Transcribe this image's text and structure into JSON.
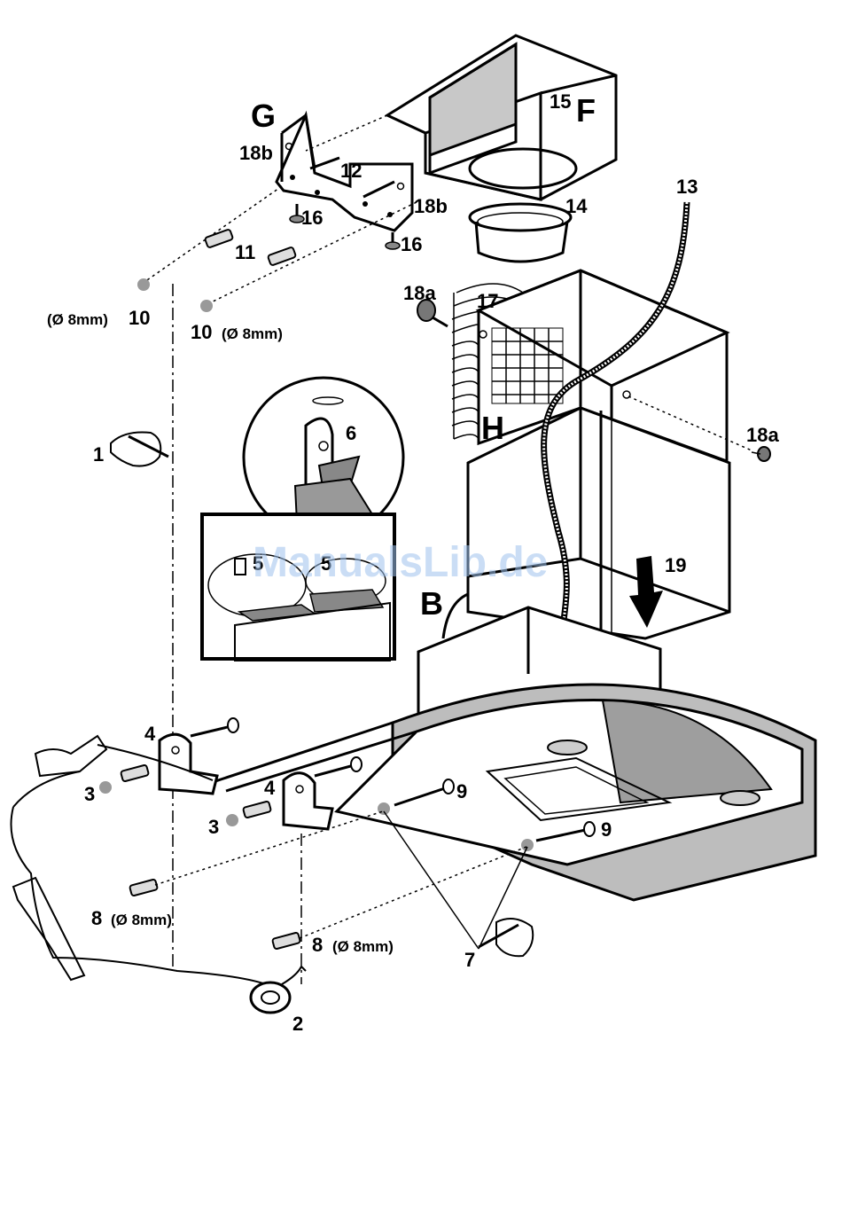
{
  "labels": {
    "G": "G",
    "F": "F",
    "f15": "15",
    "b18_top": "18b",
    "b18_right": "18b",
    "n12": "12",
    "n16_a": "16",
    "n16_b": "16",
    "n14": "14",
    "n13": "13",
    "n11": "11",
    "n10_left_dia": "(Ø 8mm)",
    "n10_left": "10",
    "n10_mid": "10",
    "n10_mid_dia": "(Ø 8mm)",
    "a18_left": "18a",
    "n17": "17",
    "H": "H",
    "a18_right": "18a",
    "n1": "1",
    "n6": "6",
    "n5_a": "5",
    "n5_b": "5",
    "n19": "19",
    "B": "B",
    "n4_a": "4",
    "n4_b": "4",
    "n3_a": "3",
    "n3_b": "3",
    "n9_a": "9",
    "n9_b": "9",
    "n8_a": "8",
    "n8_a_dia": "(Ø 8mm)",
    "n8_b": "8",
    "n8_b_dia": "(Ø 8mm)",
    "n7": "7",
    "n2": "2"
  },
  "watermark": "ManualsLib.de",
  "icons": {
    "hand_1": "hand-pencil-icon",
    "hand_7": "hand-pencil-icon",
    "tape_2": "tape-roll-icon"
  },
  "colors": {
    "line": "#000000",
    "panel_grey": "#bdbdbd",
    "watermark": "#9fc3ee"
  }
}
